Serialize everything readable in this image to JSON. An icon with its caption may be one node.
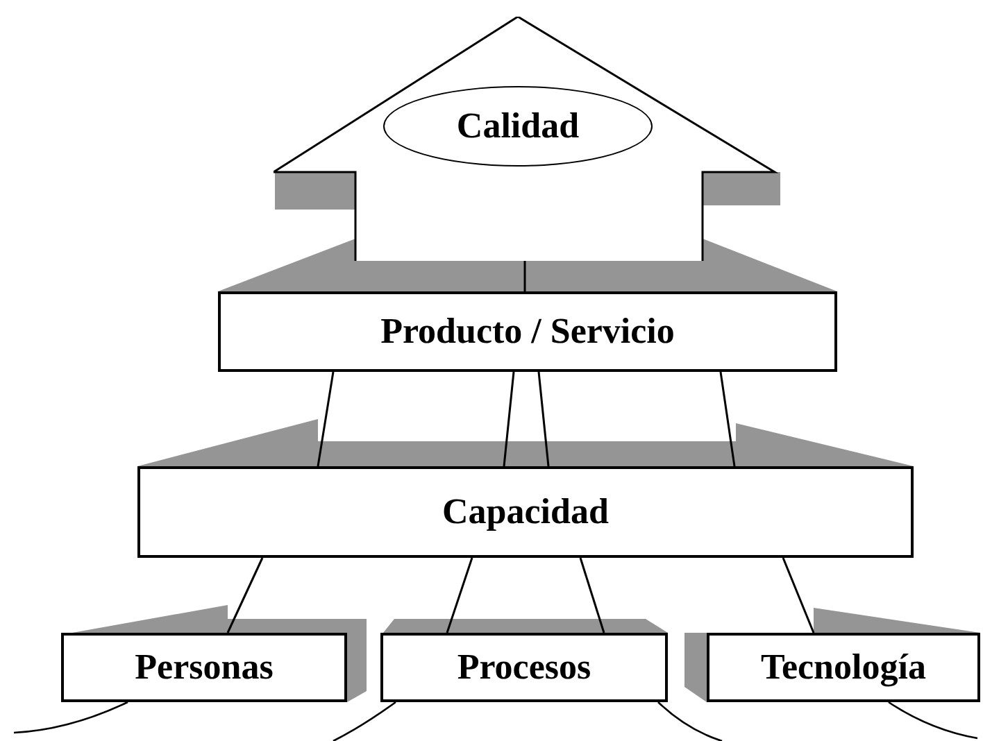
{
  "diagram": {
    "nodes": [
      {
        "text": [],
        "shape": "house"
      },
      {
        "text": [
          "Calidad"
        ],
        "in": 0
      },
      {
        "text": [
          "Producto / Servicio"
        ]
      },
      {
        "text": [
          "Capacidad"
        ]
      },
      {
        "text": [
          "Personas"
        ]
      },
      {
        "text": [
          "Procesos"
        ]
      },
      {
        "text": [
          "Tecnología"
        ]
      }
    ],
    "edges": [
      {
        "from": 1,
        "to": 2,
        "arrow": "none"
      },
      {
        "from": 2,
        "to": 3,
        "arrow": "none"
      },
      {
        "from": 2,
        "to": 3,
        "arrow": "none"
      },
      {
        "from": 2,
        "to": 3,
        "arrow": "none"
      },
      {
        "from": 2,
        "to": 3,
        "arrow": "none"
      },
      {
        "from": 3,
        "to": 4,
        "arrow": "none"
      },
      {
        "from": 3,
        "to": 5,
        "arrow": "none"
      },
      {
        "from": 3,
        "to": 5,
        "arrow": "none"
      },
      {
        "from": 3,
        "to": 6,
        "arrow": "none"
      }
    ]
  }
}
